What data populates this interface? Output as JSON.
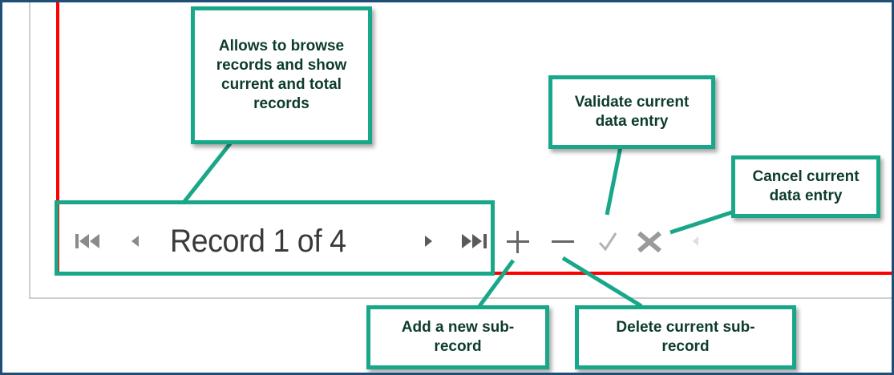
{
  "navigator": {
    "record_text": "Record 1 of 4",
    "buttons": {
      "first_icon": "first-record-icon",
      "prev_icon": "previous-record-icon",
      "next_icon": "next-record-icon",
      "last_icon": "last-record-icon",
      "add_icon": "plus-icon",
      "delete_icon": "minus-icon",
      "validate_icon": "checkmark-icon",
      "cancel_icon": "x-icon",
      "more_icon": "left-arrow-icon"
    }
  },
  "callouts": {
    "browse": "Allows to browse records and show current and total records",
    "validate": "Validate current data entry",
    "cancel": "Cancel current data entry",
    "add": "Add a new sub-record",
    "delete": "Delete current sub-record"
  },
  "colors": {
    "callout_border": "#18a789",
    "callout_text": "#0d3b2e",
    "red_guides": "#ff0000",
    "outer_frame": "#1f4e79"
  }
}
